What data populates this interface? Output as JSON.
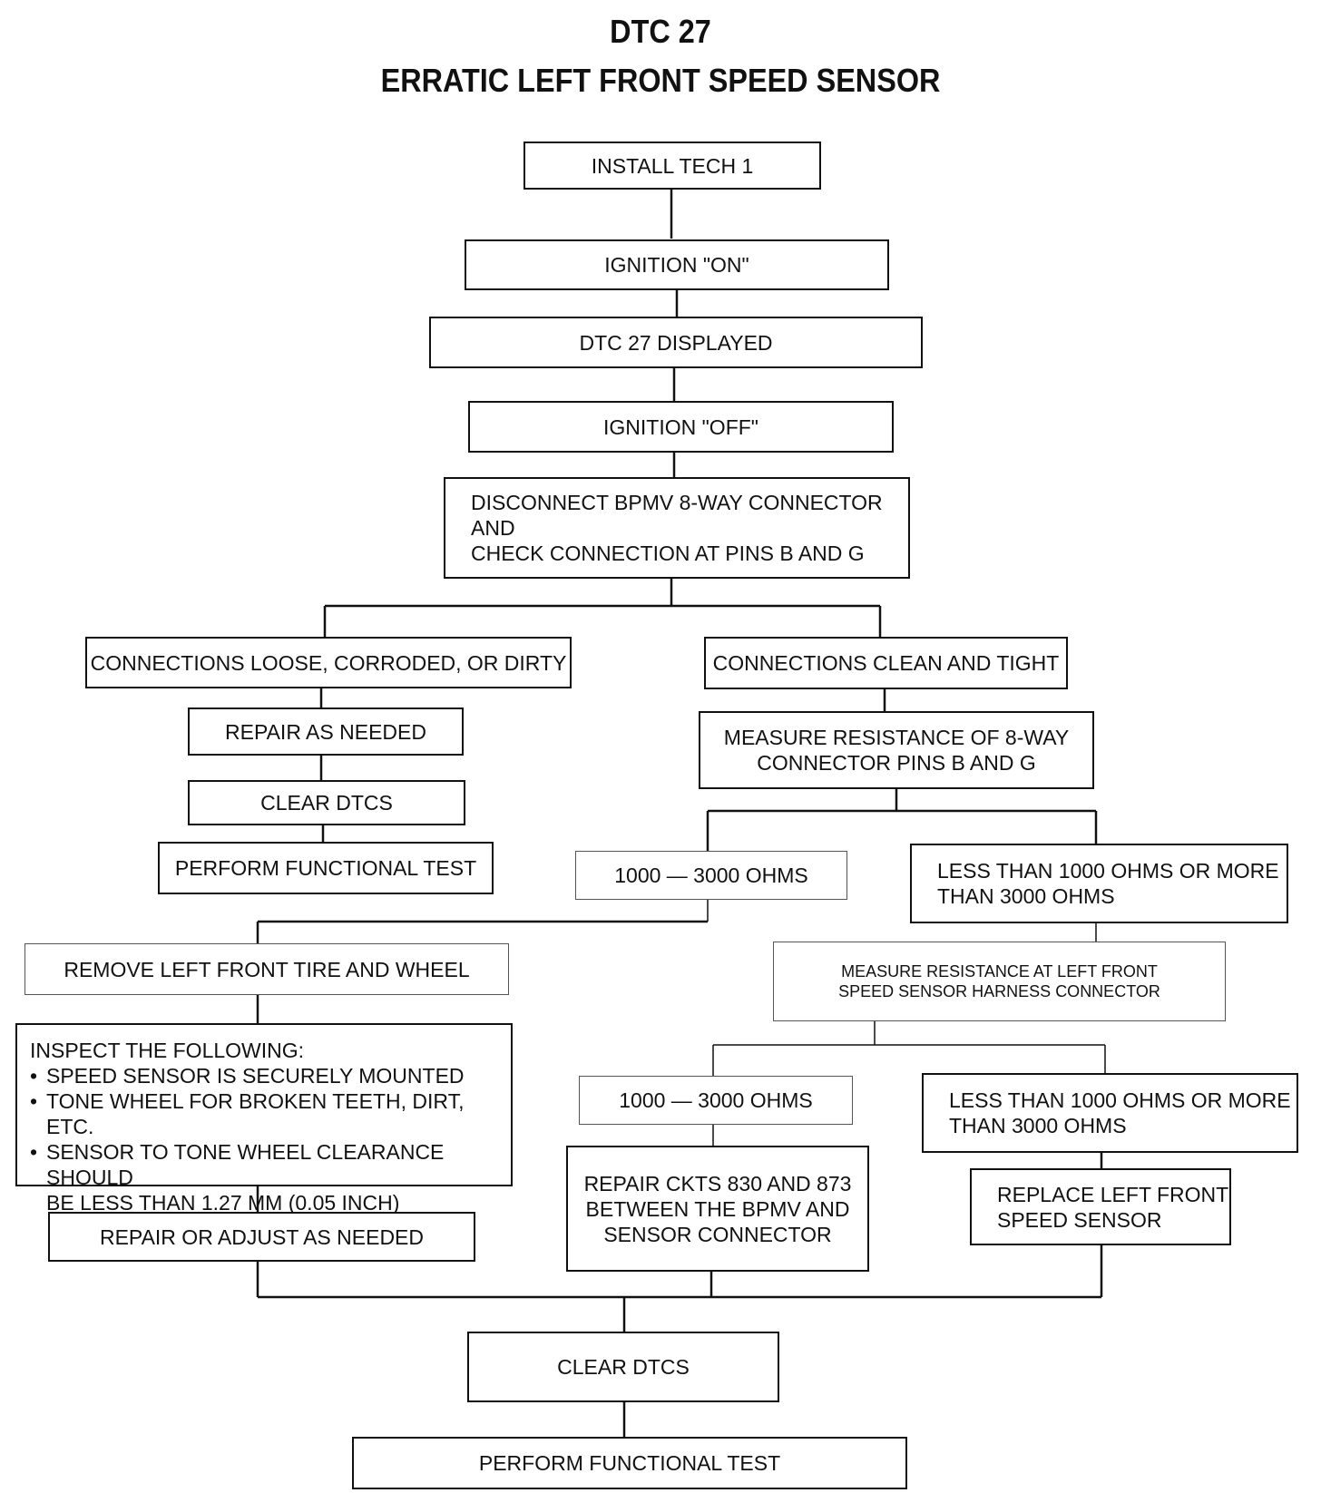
{
  "title": {
    "line1": "DTC 27",
    "line2": "ERRATIC LEFT FRONT SPEED SENSOR"
  },
  "steps": {
    "install_tech1": "INSTALL TECH 1",
    "ignition_on": "IGNITION \"ON\"",
    "dtc27_displayed": "DTC 27 DISPLAYED",
    "ignition_off": "IGNITION \"OFF\"",
    "disconnect_bpmv": "DISCONNECT BPMV 8-WAY CONNECTOR AND\nCHECK CONNECTION AT PINS B AND G",
    "connections_loose": "CONNECTIONS LOOSE, CORRODED, OR DIRTY",
    "connections_clean": "CONNECTIONS CLEAN AND TIGHT",
    "repair_as_needed": "REPAIR AS NEEDED",
    "measure_8way": "MEASURE RESISTANCE OF 8-WAY\nCONNECTOR PINS B AND G",
    "clear_dtcs_left": "CLEAR DTCS",
    "perform_test_left": "PERFORM FUNCTIONAL TEST",
    "ohms_ok_1": "1000 — 3000 OHMS",
    "ohms_bad_1": "LESS THAN 1000 OHMS OR MORE\nTHAN 3000 OHMS",
    "remove_tire": "REMOVE LEFT FRONT TIRE AND WHEEL",
    "measure_harness": "MEASURE RESISTANCE AT LEFT FRONT\nSPEED SENSOR HARNESS CONNECTOR",
    "inspect_heading": "INSPECT THE FOLLOWING:",
    "inspect_items": [
      "SPEED SENSOR IS SECURELY MOUNTED",
      "TONE WHEEL FOR BROKEN TEETH, DIRT, ETC.",
      "SENSOR TO TONE WHEEL CLEARANCE SHOULD"
    ],
    "inspect_item3_cont": "BE LESS THAN 1.27 MM (0.05 INCH)",
    "ohms_ok_2": "1000 — 3000 OHMS",
    "ohms_bad_2": "LESS THAN 1000 OHMS OR MORE\nTHAN 3000 OHMS",
    "repair_ckts": "REPAIR CKTS 830 AND 873\nBETWEEN THE BPMV AND\nSENSOR CONNECTOR",
    "replace_sensor": "REPLACE LEFT FRONT\nSPEED SENSOR",
    "repair_adjust": "REPAIR OR ADJUST AS NEEDED",
    "clear_dtcs_final": "CLEAR DTCS",
    "perform_test_final": "PERFORM FUNCTIONAL TEST"
  }
}
